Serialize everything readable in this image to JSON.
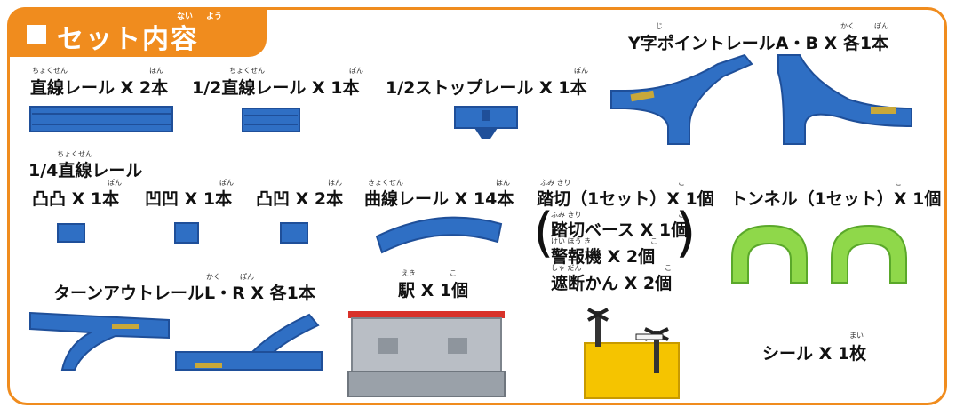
{
  "header": {
    "title": "セット内容",
    "ruby_nai": "ない",
    "ruby_you": "よう"
  },
  "items": {
    "straight": {
      "label": "直線レール X 2本",
      "ruby1": "ちょくせん",
      "ruby2": "ほん"
    },
    "half_straight": {
      "label": "1/2直線レール X 1本",
      "ruby1": "ちょくせん",
      "ruby2": "ぽん"
    },
    "half_stop": {
      "label": "1/2ストップレール X 1本",
      "ruby1": "ぽん"
    },
    "y_point": {
      "label": "Y字ポイントレールA・B X 各1本",
      "ruby1": "じ",
      "ruby2": "かく",
      "ruby3": "ぽん"
    },
    "quarter_group": {
      "label": "1/4直線レール",
      "ruby1": "ちょくせん"
    },
    "q_convex": {
      "label": "凸凸 X 1本",
      "ruby1": "ぽん"
    },
    "q_concave": {
      "label": "凹凹 X 1本",
      "ruby1": "ぽん"
    },
    "q_mixed": {
      "label": "凸凹 X 2本",
      "ruby1": "ほん"
    },
    "curve": {
      "label": "曲線レール X 14本",
      "ruby1": "きょくせん",
      "ruby2": "ほん"
    },
    "crossing": {
      "label": "踏切（1セット）X 1個",
      "ruby1": "ふみ きり",
      "ruby2": "こ"
    },
    "crossing_base": {
      "label": "踏切ベース X 1個",
      "ruby1": "ふみ きり",
      "ruby2": "こ"
    },
    "alarm": {
      "label": "警報機 X 2個",
      "ruby1": "けい ほう き",
      "ruby2": "こ"
    },
    "gate": {
      "label": "遮断かん X 2個",
      "ruby1": "しゃ だん",
      "ruby2": "こ"
    },
    "tunnel": {
      "label": "トンネル（1セット）X 1個",
      "ruby1": "こ"
    },
    "turnout": {
      "label": "ターンアウトレールL・R X 各1本",
      "ruby1": "かく",
      "ruby2": "ぽん"
    },
    "station": {
      "label": "駅 X 1個",
      "ruby1": "えき",
      "ruby2": "こ"
    },
    "sticker": {
      "label": "シール X 1枚",
      "ruby1": "まい"
    }
  },
  "colors": {
    "frame": "#f08c1e",
    "rail_blue": "#2f6fc4",
    "rail_dark": "#1f4f99",
    "tunnel_green": "#8fd84a",
    "crossing_yellow": "#f5c400"
  }
}
